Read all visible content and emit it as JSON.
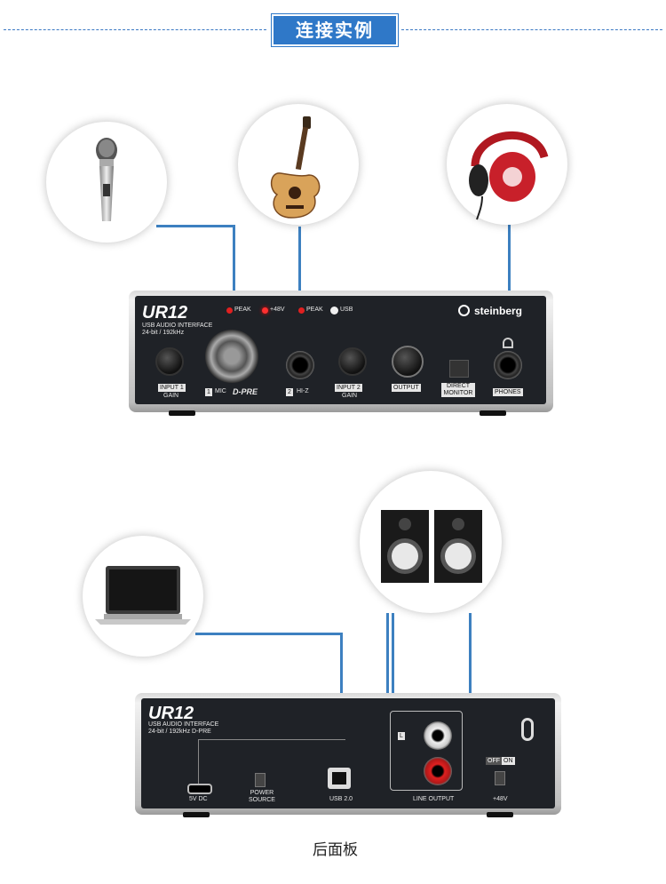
{
  "header": {
    "title": "连接实例"
  },
  "front_panel": {
    "brand": "UR12",
    "subtitle1": "USB AUDIO INTERFACE",
    "subtitle2": "24-bit / 192kHz",
    "peak1": "PEAK",
    "phantom": "+48V",
    "peak2": "PEAK",
    "usb": "USB",
    "steinberg": "steinberg",
    "input1_label": "INPUT 1",
    "gain1": "GAIN",
    "mic_num": "1",
    "mic_label": "MIC",
    "dpre": "D-PRE",
    "hiz_num": "2",
    "hiz_label": "HI-Z",
    "input2_label": "INPUT 2",
    "gain2": "GAIN",
    "output_label": "OUTPUT",
    "direct_monitor_1": "DIRECT",
    "direct_monitor_2": "MONITOR",
    "phones_label": "PHONES"
  },
  "rear_panel": {
    "brand": "UR12",
    "subtitle1": "USB AUDIO INTERFACE",
    "subtitle2": "24-bit / 192kHz D-PRE",
    "dc_label": "5V DC",
    "power_source_1": "POWER",
    "power_source_2": "SOURCE",
    "usb_label": "USB 2.0",
    "line_output_label": "LINE OUTPUT",
    "l_label": "L",
    "off_label": "OFF",
    "on_label": "ON",
    "phantom_label": "+48V"
  },
  "caption": "后面板",
  "icons": {
    "microphone": "microphone-icon",
    "guitar": "acoustic-guitar-icon",
    "headphones": "headphones-icon",
    "laptop": "laptop-icon",
    "speakers": "studio-monitor-speakers-icon"
  },
  "colors": {
    "accent": "#2f78c8",
    "cable": "#3d80c0",
    "panel": "#1f2227",
    "led_red": "#e02020"
  }
}
